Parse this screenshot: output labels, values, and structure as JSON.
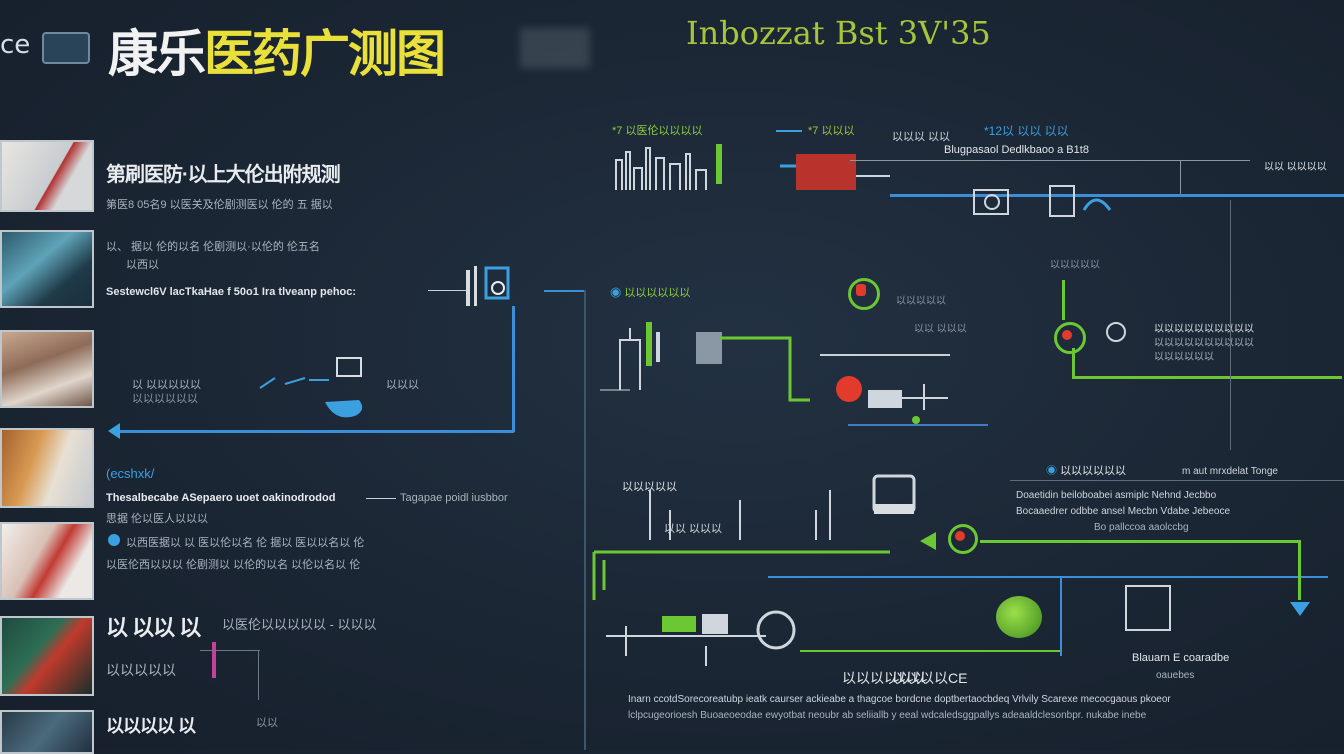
{
  "header": {
    "logo_text": "ce",
    "title_white": "康乐",
    "title_yellow": "医药广测图",
    "subtitle": "Inbozzat Bst 3V'35"
  },
  "colors": {
    "background": "#1b2634",
    "accent_blue": "#3aa0e0",
    "accent_green": "#8bd03a",
    "title_yellow": "#e9e13a",
    "marker_red": "#e23b2b"
  },
  "left": {
    "section1_heading": "第刷医防·以上大伦出附规测",
    "section1_lines": [
      "第医8 05名9 以医关及伦剧测医以 伦的 五 据以",
      "以、 据以 伦的以名 伦剧测以·以伦的 伦五名",
      "以西以"
    ],
    "section1_caption": "Sestewcl6V lacTkaHae f 50o1 Ira tlveanp pehoc:",
    "diagram1_label_a": "以 以以以以以",
    "diagram1_label_b": "以以以以以以",
    "diagram1_label_c": "以以以",
    "section2_tag": "(ecshxk/",
    "section2_caption": "Thesalbecabe ASepaero uoet oakinodrodod",
    "section2_caption_right": "Tagapae poidl iusbbor",
    "section2_line2": "思据 伦以医人以以以",
    "section2_para": [
      "以西医据以 以 医以伦以名 伦 据以 医以以名以 伦",
      "以医伦西以以以 伦剧测以 以伦的以名 以伦以名以 伦"
    ],
    "section3_heading": "以 以以 以",
    "section3_sub": "以医伦以以以以以 - 以以以",
    "section3_line2": "以以以以以",
    "footer_heading": "以以以以 以",
    "footer_sub": "以以"
  },
  "center": {
    "top_label": "*7 以医伦以以以以",
    "top_label2": "*7 以以以",
    "mid_label": "以以以以以以",
    "lower_label": "以以以以以",
    "lower_sub": "以以 以以以",
    "bottom_label": "以以以以以以",
    "bottom_label2": "以以以以CE"
  },
  "right": {
    "top_header": "以以以 以以",
    "top_label": "*12以 以以 以以",
    "top_sub": "Blugpasaol Dedlkbaoo a B1t8",
    "legend1": "以以 以以以以",
    "legend2": "以以以以以",
    "node_text1": "以以以以以以以以以以",
    "node_text2": "以以以以以以以以以以",
    "node_text3": "以以以以以以",
    "callout_title": "以以以以以以",
    "callout_right": "m aut mrxdelat Tonge",
    "callout_lines": [
      "Doaetidin beiloboabei asmiplc Nehnd Jecbbo",
      "Bocaaedrer odbbe ansel Mecbn Vdabe Jebeoce",
      "Bo pallccoa aaolccbg"
    ],
    "lower_label": "Blauarn E coaradbe",
    "lower_sub": "oauebes"
  },
  "bottom": {
    "para1": "Inarn ccotdSorecoreatubp ieatk caurser ackieabe a thagcoe bordcne doptbertaocbdeq Vrlvily Scarexe mecocgaous pkoeor",
    "para2": "lclpcugeorioesh Buoaeoeodae ewyotbat neoubr ab seliiallb y eeal wdcaledsggpallys adeaaldclesonbpr. nukabe inebe"
  }
}
